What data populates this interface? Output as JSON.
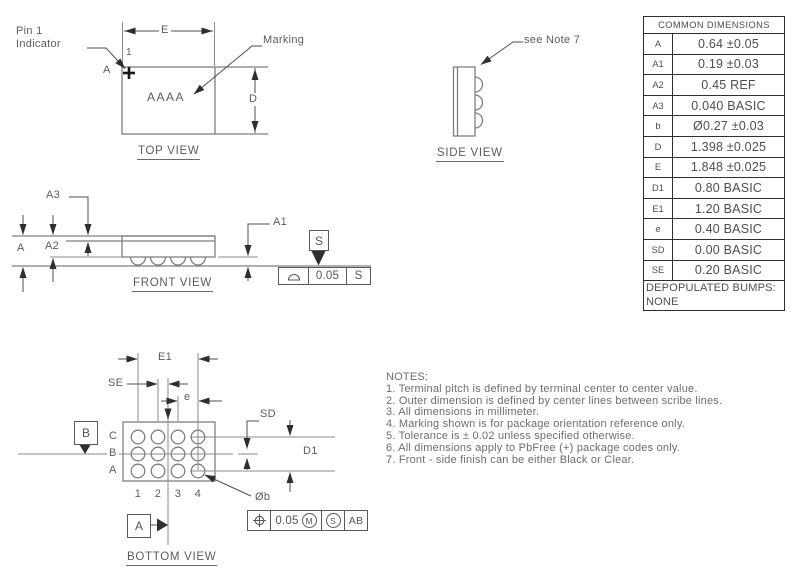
{
  "views": {
    "top": {
      "label": "TOP VIEW",
      "pin1": "Pin 1\nIndicator",
      "pin1_col": "1",
      "pin1_row": "A",
      "marking_callout": "Marking",
      "marking_text": "AAAA",
      "dim_e": "E",
      "dim_d": "D"
    },
    "side": {
      "label": "SIDE VIEW",
      "callout": "see Note 7"
    },
    "front": {
      "label": "FRONT VIEW",
      "dim_a": "A",
      "dim_a1": "A1",
      "dim_a2": "A2",
      "dim_a3": "A3",
      "datum_s": "S",
      "fcf_tolerance": "0.05",
      "fcf_datum": "S"
    },
    "bottom": {
      "label": "BOTTOM VIEW",
      "dim_e1": "E1",
      "dim_se": "SE",
      "dim_e": "e",
      "dim_sd": "SD",
      "dim_d1": "D1",
      "ball_callout": "Øb",
      "datum_a": "A",
      "datum_b": "B",
      "rows": [
        "C",
        "B",
        "A"
      ],
      "cols": [
        "1",
        "2",
        "3",
        "4"
      ],
      "fcf_tolerance": "0.05",
      "fcf_mod1": "M",
      "fcf_mod2": "S",
      "fcf_datums": "AB"
    }
  },
  "table": {
    "title": "COMMON DIMENSIONS",
    "rows": [
      {
        "symbol": "A",
        "value": "0.64 ±0.05"
      },
      {
        "symbol": "A1",
        "value": "0.19 ±0.03"
      },
      {
        "symbol": "A2",
        "value": "0.45 REF"
      },
      {
        "symbol": "A3",
        "value": "0.040 BASIC"
      },
      {
        "symbol": "b",
        "value": "Ø0.27 ±0.03"
      },
      {
        "symbol": "D",
        "value": "1.398 ±0.025"
      },
      {
        "symbol": "E",
        "value": "1.848 ±0.025"
      },
      {
        "symbol": "D1",
        "value": "0.80 BASIC"
      },
      {
        "symbol": "E1",
        "value": "1.20 BASIC"
      },
      {
        "symbol": "e",
        "value": "0.40 BASIC"
      },
      {
        "symbol": "SD",
        "value": "0.00 BASIC"
      },
      {
        "symbol": "SE",
        "value": "0.20 BASIC"
      }
    ],
    "footer_line1": "DEPOPULATED BUMPS:",
    "footer_line2": "NONE"
  },
  "notes": {
    "title": "NOTES:",
    "items": [
      "1. Terminal pitch is defined by terminal center to center value.",
      "2. Outer dimension is defined by center lines between scribe lines.",
      "3. All dimensions in millimeter.",
      "4. Marking shown is for package orientation reference only.",
      "5. Tolerance is ± 0.02 unless specified otherwise.",
      "6. All dimensions apply to PbFree (+) package codes only.",
      "7. Front - side finish can be either Black or Clear."
    ]
  }
}
